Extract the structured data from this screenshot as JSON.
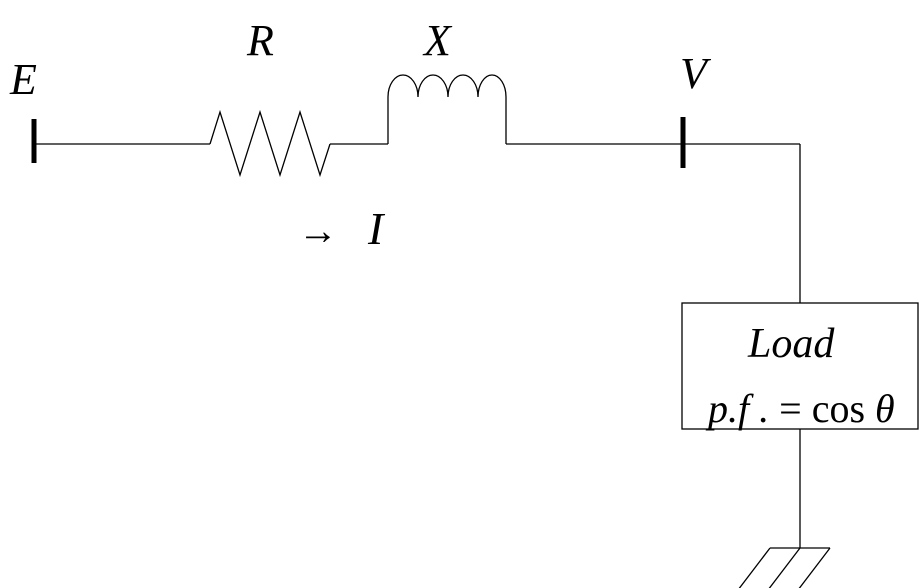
{
  "labels": {
    "source": "E",
    "resistance": "R",
    "reactance": "X",
    "load_voltage": "V",
    "current_arrow": "→",
    "current": "I"
  },
  "load": {
    "title": "Load",
    "pf_prefix": "p.f",
    "pf_period": ".",
    "pf_equals": "=",
    "pf_func": "cos",
    "pf_angle": "θ"
  }
}
